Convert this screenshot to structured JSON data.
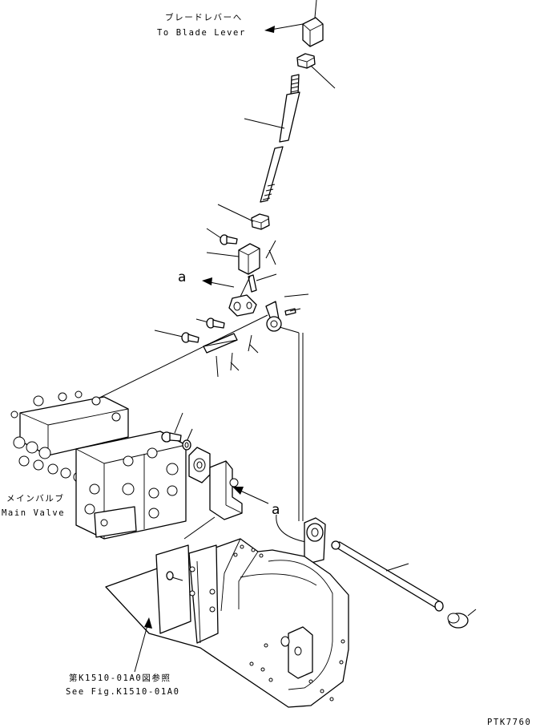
{
  "labels": {
    "blade_lever_jp": "ブレードレバーへ",
    "blade_lever_en": "To Blade Lever",
    "main_valve_jp": "メインバルブ",
    "main_valve_en": "Main Valve",
    "see_fig_jp": "第K1510-01A0図参照",
    "see_fig_en": "See Fig.K1510-01A0",
    "callout_a_1": "a",
    "callout_a_2": "a",
    "drawing_no": "PTK7760"
  }
}
